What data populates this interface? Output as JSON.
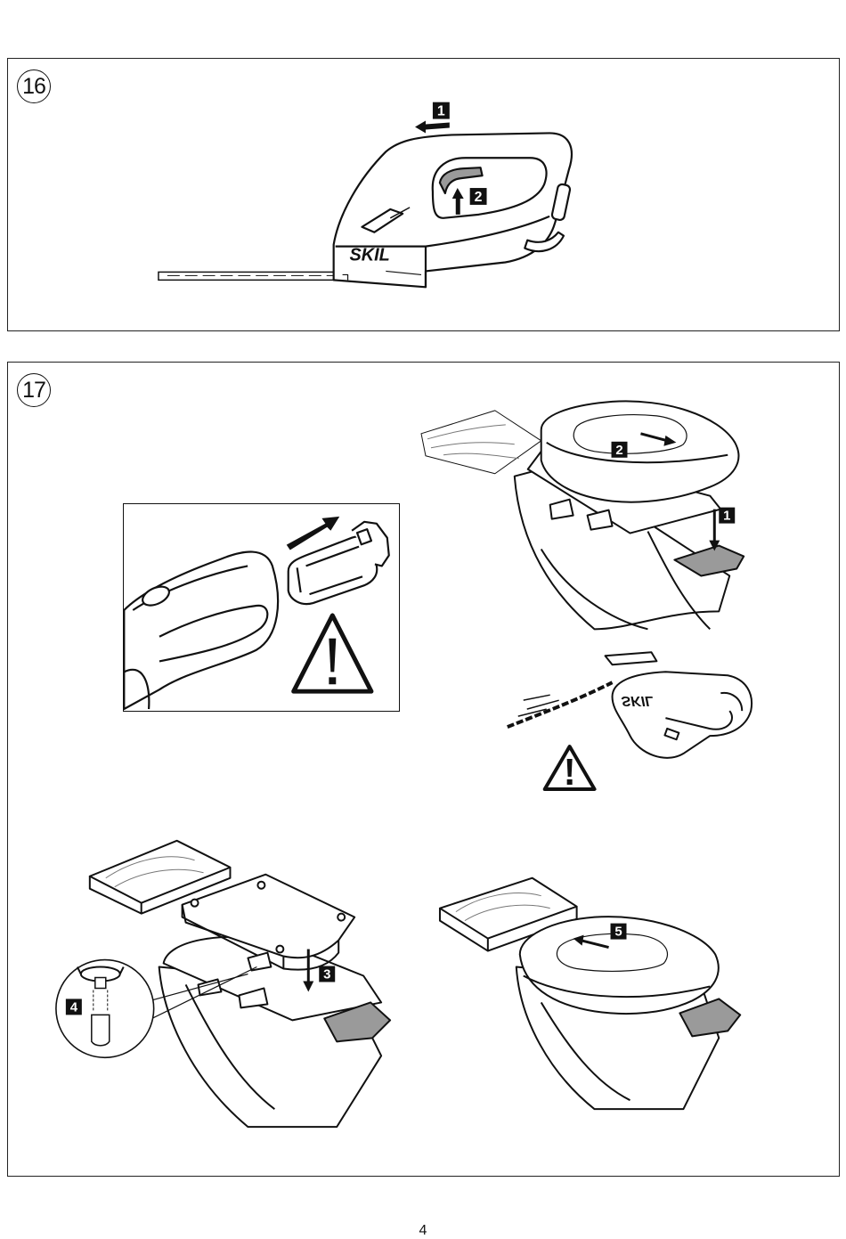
{
  "figure_16": {
    "number": "16",
    "steps": [
      "1",
      "2"
    ],
    "brand": "SKIL"
  },
  "figure_17": {
    "number": "17",
    "steps": [
      "1",
      "2",
      "3",
      "4",
      "5"
    ],
    "brand": "SKIL"
  },
  "page_number": "4",
  "icons": [
    "warning-triangle-icon",
    "arrow-icon",
    "rotation-icon"
  ],
  "colors": {
    "line": "#111111",
    "shade": "#9a9a9a",
    "paper": "#ffffff"
  }
}
